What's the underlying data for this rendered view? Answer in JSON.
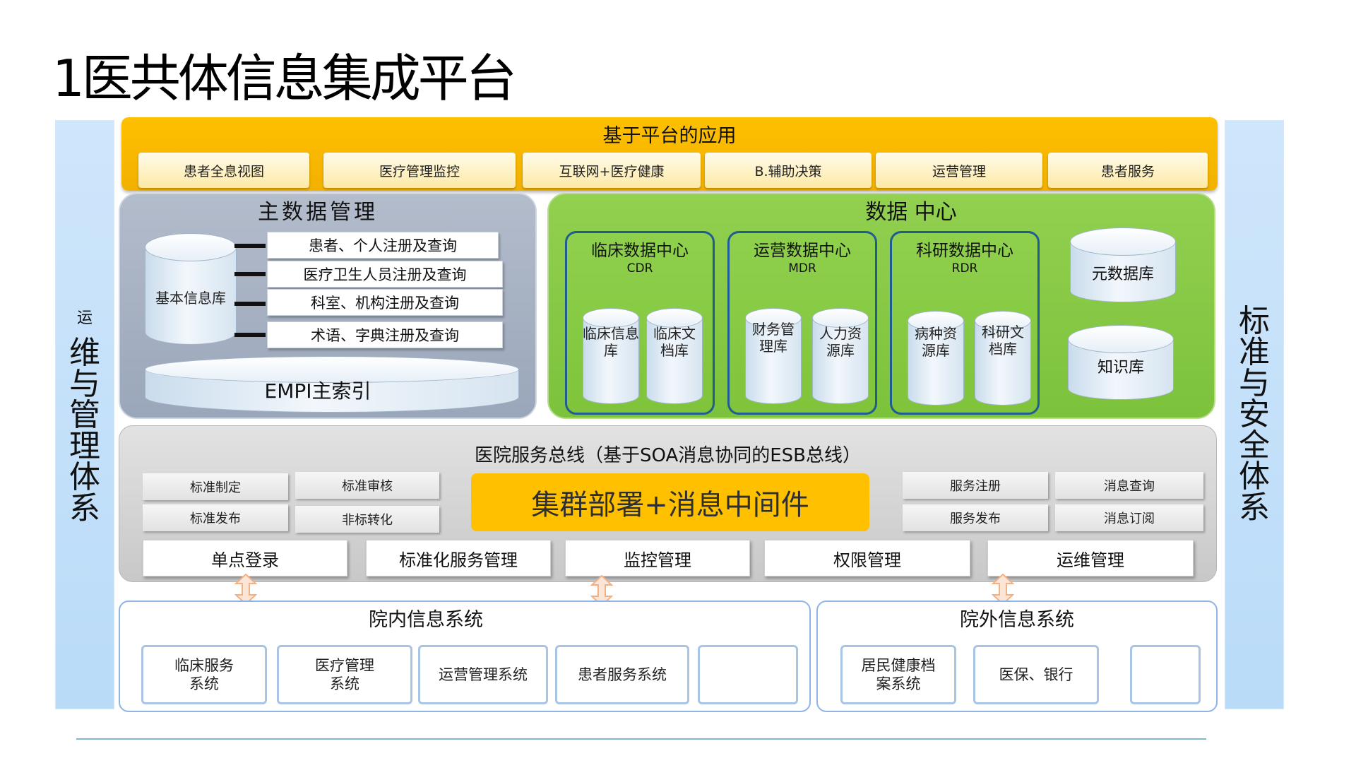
{
  "title": "1医共体信息集成平台",
  "left_column": {
    "small": "运",
    "big": [
      "维",
      "与",
      "管",
      "理",
      "体",
      "系"
    ]
  },
  "right_column": {
    "big": [
      "标",
      "准",
      "与",
      "安",
      "全",
      "体",
      "系"
    ]
  },
  "apps": {
    "title": "基于平台的应用",
    "items": [
      "患者全息视图",
      "医疗管理监控",
      "互联网+医疗健康",
      "B.辅助决策",
      "运营管理",
      "患者服务"
    ]
  },
  "master_data": {
    "title": "主数据管理",
    "base_db": "基本信息库",
    "items": [
      "患者、个人注册及查询",
      "医疗卫生人员注册及查询",
      "科室、机构注册及查询",
      "术语、字典注册及查询"
    ],
    "empi": "EMPI主索引"
  },
  "data_center": {
    "title": "数据 中心",
    "centers": [
      {
        "name": "临床数据中心",
        "code": "CDR",
        "dbs": [
          "临床信息库",
          "临床文档库"
        ]
      },
      {
        "name": "运营数据中心",
        "code": "MDR",
        "dbs": [
          "财务管理库",
          "人力资源库"
        ]
      },
      {
        "name": "科研数据中心",
        "code": "RDR",
        "dbs": [
          "病种资源库",
          "科研文档库"
        ]
      }
    ],
    "extra_dbs": [
      "元数据库",
      "知识库"
    ]
  },
  "esb": {
    "title": "医院服务总线（基于SOA消息协同的ESB总线）",
    "left_buttons": [
      "标准制定",
      "标准审核",
      "标准发布",
      "非标转化"
    ],
    "cluster": "集群部署+消息中间件",
    "right_buttons": [
      "服务注册",
      "消息查询",
      "服务发布",
      "消息订阅"
    ],
    "mgmt": [
      "单点登录",
      "标准化服务管理",
      "监控管理",
      "权限管理",
      "运维管理"
    ]
  },
  "internal_systems": {
    "title": "院内信息系统",
    "items": [
      "临床服务系统",
      "医疗管理系统",
      "运营管理系统",
      "患者服务系统",
      ""
    ]
  },
  "external_systems": {
    "title": "院外信息系统",
    "items": [
      "居民健康档案系统",
      "医保、银行",
      ""
    ]
  },
  "colors": {
    "app_bar": "#ffc000",
    "master_panel": "#a6b0c2",
    "data_center_panel": "#92d050",
    "sub_center_border": "#1f5d90",
    "esb_panel": "#d4d4d4",
    "cluster": "#ffc000",
    "side_columns": "#c4e0fa",
    "arrows": "#f4b183"
  }
}
